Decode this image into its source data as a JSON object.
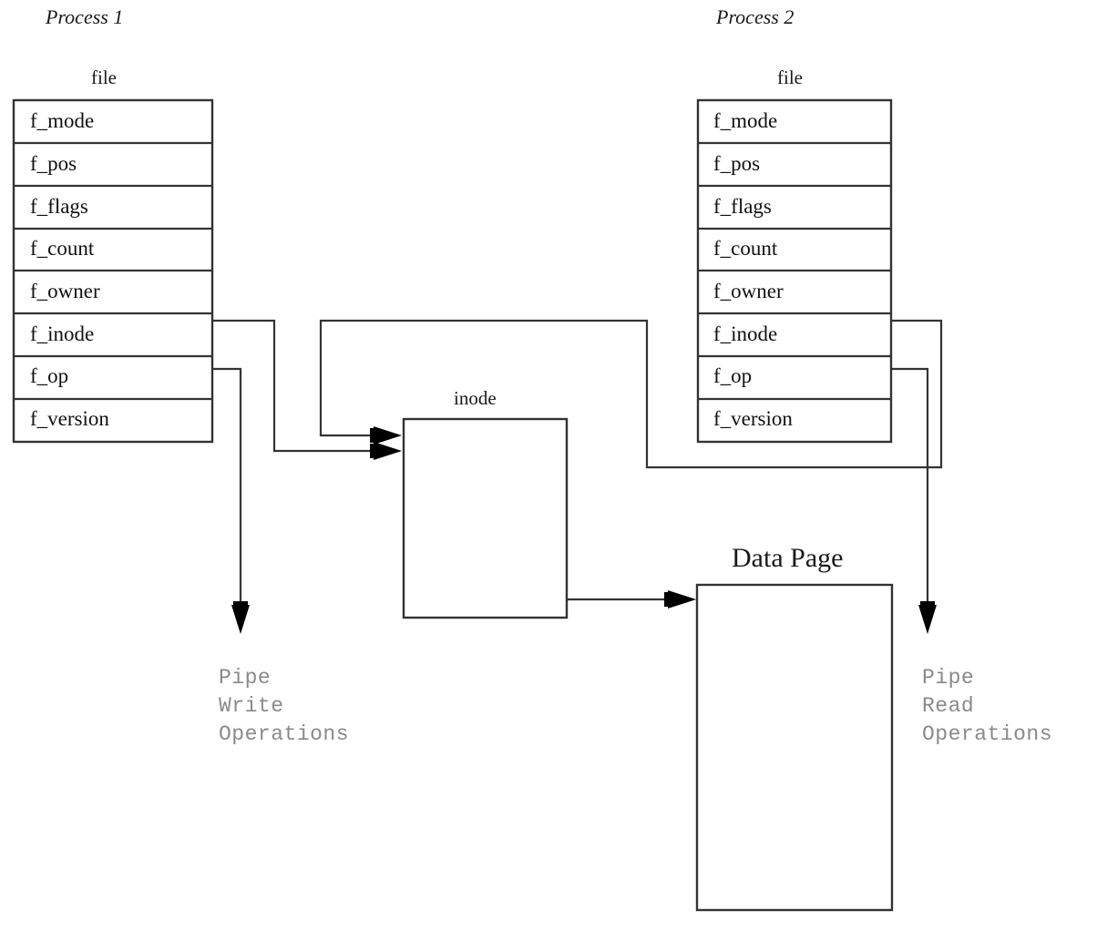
{
  "diagram": {
    "title_process_1": "Process 1",
    "title_process_2": "Process 2",
    "struct_label_left": "file",
    "struct_label_right": "file",
    "inode_label": "inode",
    "data_page_label": "Data Page",
    "file_fields": [
      "f_mode",
      "f_pos",
      "f_flags",
      "f_count",
      "f_owner",
      "f_inode",
      "f_op",
      "f_version"
    ],
    "left_note_lines": [
      "Pipe",
      "Write",
      "Operations"
    ],
    "right_note_lines": [
      "Pipe",
      "Read",
      "Operations"
    ],
    "colors": {
      "background": "#ffffff",
      "stroke": "#333333",
      "text": "#111111",
      "note_text": "#8a8a8a",
      "arrow_fill": "#000000"
    }
  }
}
